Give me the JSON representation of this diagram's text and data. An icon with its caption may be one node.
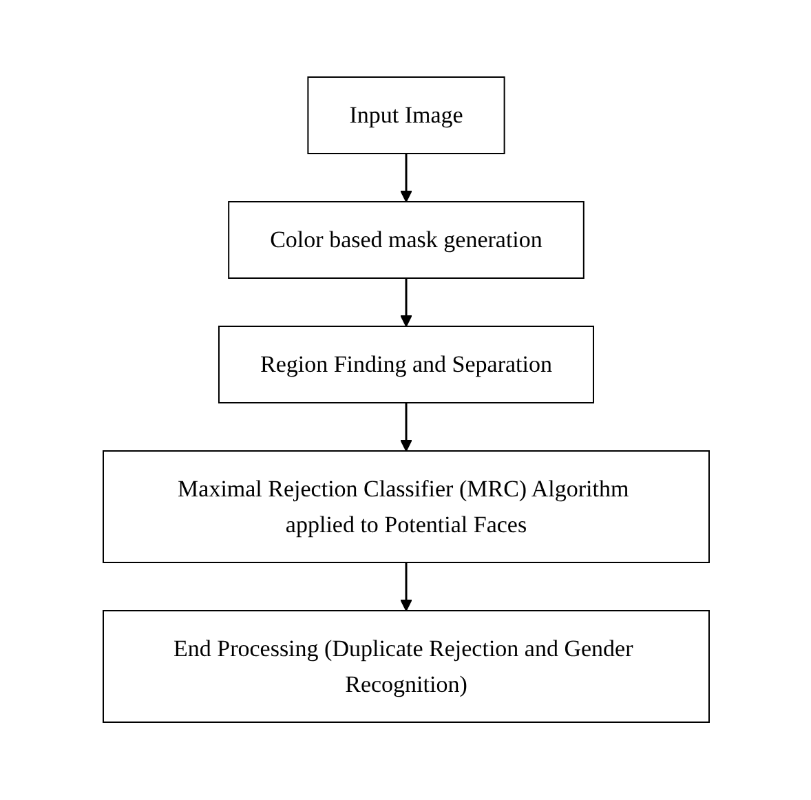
{
  "diagram": {
    "nodes": [
      {
        "text": [
          "Input Image"
        ]
      },
      {
        "text": [
          "Color based mask generation"
        ]
      },
      {
        "text": [
          "Region Finding and Separation"
        ]
      },
      {
        "text": [
          "Maximal Rejection Classifier (MRC) Algorithm applied to Potential Faces"
        ]
      },
      {
        "text": [
          "End Processing (Duplicate Rejection and Gender Recognition)"
        ]
      }
    ],
    "edges": [
      {
        "from": 0,
        "to": 1,
        "arrow": "to"
      },
      {
        "from": 1,
        "to": 2,
        "arrow": "to"
      },
      {
        "from": 2,
        "to": 3,
        "arrow": "to"
      },
      {
        "from": 3,
        "to": 4,
        "arrow": "to"
      }
    ]
  }
}
